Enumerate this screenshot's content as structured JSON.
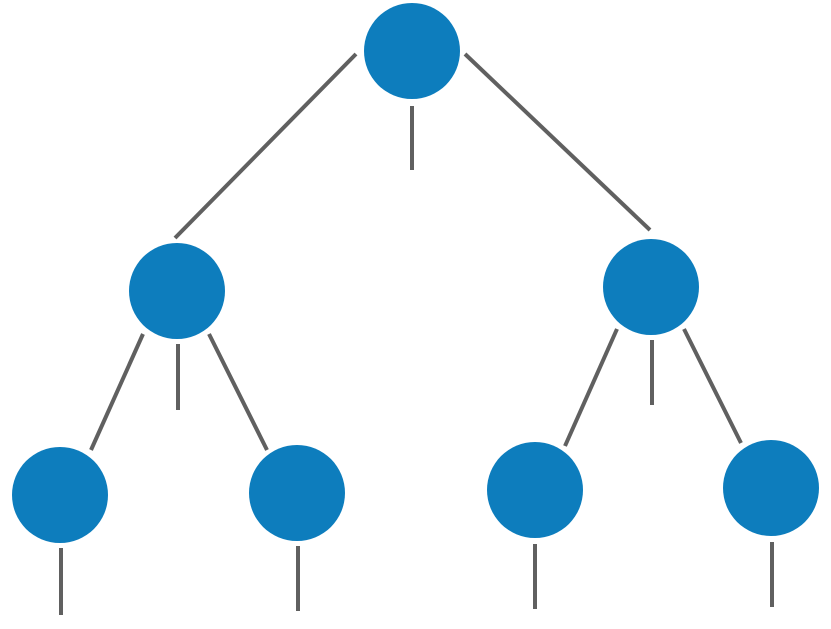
{
  "diagram": {
    "type": "tree",
    "colors": {
      "node_fill": "#0d7dbd",
      "edge_stroke": "#606060",
      "background": "#ffffff"
    },
    "nodes": [
      {
        "id": "root",
        "label": ""
      },
      {
        "id": "left-child",
        "label": ""
      },
      {
        "id": "right-child",
        "label": ""
      },
      {
        "id": "left-left-leaf",
        "label": ""
      },
      {
        "id": "left-right-leaf",
        "label": ""
      },
      {
        "id": "right-left-leaf",
        "label": ""
      },
      {
        "id": "right-right-leaf",
        "label": ""
      }
    ],
    "edges": [
      {
        "from": "root",
        "to": "left-child"
      },
      {
        "from": "root",
        "to": "right-child"
      },
      {
        "from": "left-child",
        "to": "left-left-leaf"
      },
      {
        "from": "left-child",
        "to": "left-right-leaf"
      },
      {
        "from": "right-child",
        "to": "right-left-leaf"
      },
      {
        "from": "right-child",
        "to": "right-right-leaf"
      }
    ],
    "stubs": [
      {
        "node": "root"
      },
      {
        "node": "left-child"
      },
      {
        "node": "right-child"
      },
      {
        "node": "left-left-leaf"
      },
      {
        "node": "left-right-leaf"
      },
      {
        "node": "right-left-leaf"
      },
      {
        "node": "right-right-leaf"
      }
    ]
  }
}
